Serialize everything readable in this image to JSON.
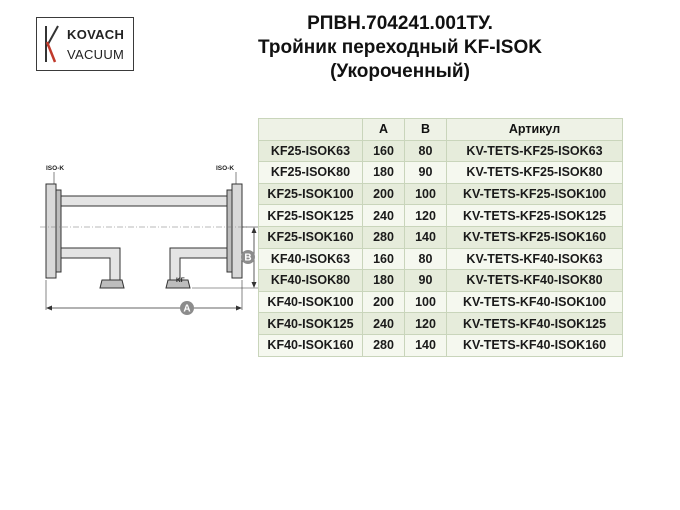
{
  "logo": {
    "line1": "KOVACH",
    "line2": "VACUUM"
  },
  "title": {
    "line1": "РПВН.704241.001ТУ.",
    "line2": "Тройник переходный KF-ISOK",
    "line3": "(Укороченный)"
  },
  "drawing": {
    "label_left": "ISO-K",
    "label_right": "ISO-K",
    "label_branch": "KF",
    "dim_a": "A",
    "dim_b": "B"
  },
  "table": {
    "headers": [
      "",
      "A",
      "B",
      "Артикул"
    ],
    "rows": [
      [
        "KF25-ISOK63",
        "160",
        "80",
        "KV-TETS-KF25-ISOK63"
      ],
      [
        "KF25-ISOK80",
        "180",
        "90",
        "KV-TETS-KF25-ISOK80"
      ],
      [
        "KF25-ISOK100",
        "200",
        "100",
        "KV-TETS-KF25-ISOK100"
      ],
      [
        "KF25-ISOK125",
        "240",
        "120",
        "KV-TETS-KF25-ISOK125"
      ],
      [
        "KF25-ISOK160",
        "280",
        "140",
        "KV-TETS-KF25-ISOK160"
      ],
      [
        "KF40-ISOK63",
        "160",
        "80",
        "KV-TETS-KF40-ISOK63"
      ],
      [
        "KF40-ISOK80",
        "180",
        "90",
        "KV-TETS-KF40-ISOK80"
      ],
      [
        "KF40-ISOK100",
        "200",
        "100",
        "KV-TETS-KF40-ISOK100"
      ],
      [
        "KF40-ISOK125",
        "240",
        "120",
        "KV-TETS-KF40-ISOK125"
      ],
      [
        "KF40-ISOK160",
        "280",
        "140",
        "KV-TETS-KF40-ISOK160"
      ]
    ]
  }
}
